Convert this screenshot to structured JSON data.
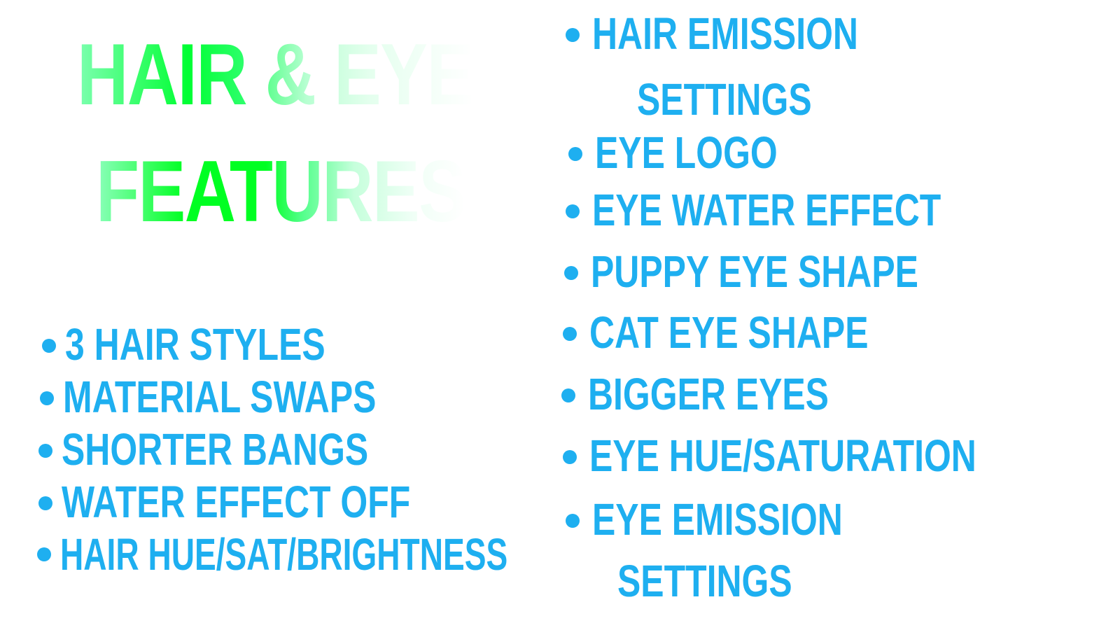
{
  "title": {
    "line1": "HAIR & EYE",
    "line2": "FEATURES"
  },
  "left_features": [
    "3 HAIR STYLES",
    "MATERIAL SWAPS",
    "SHORTER BANGS",
    "WATER EFFECT OFF",
    "HAIR HUE/SAT/BRIGHTNESS"
  ],
  "right_features": [
    "HAIR EMISSION",
    "SETTINGS",
    "EYE LOGO",
    "EYE WATER EFFECT",
    "PUPPY EYE SHAPE",
    "CAT EYE SHAPE",
    "BIGGER EYES",
    "EYE HUE/SATURATION",
    "EYE EMISSION",
    "SETTINGS"
  ],
  "colors": {
    "feature_text": "#1eaff0",
    "title_green": "#00ff22",
    "background": "#ffffff"
  }
}
